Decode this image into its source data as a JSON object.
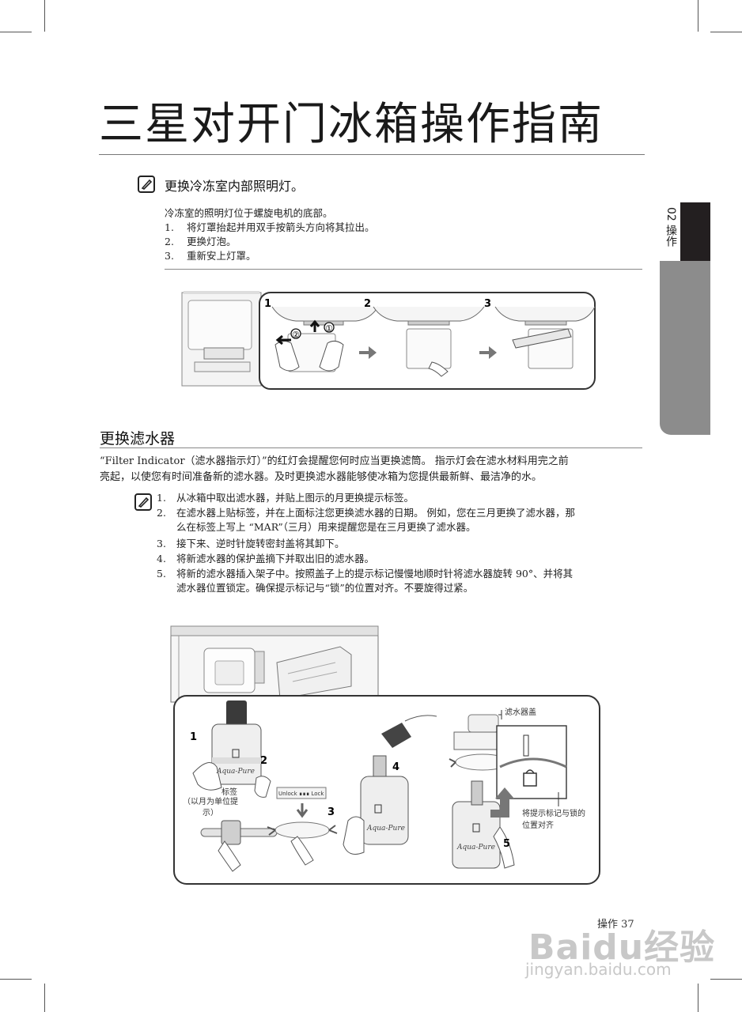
{
  "title": "三星对开门冰箱操作指南",
  "side_tab": "02 操作",
  "section1": {
    "heading": "更换冷冻室内部照明灯。",
    "intro": "冷冻室的照明灯位于螺旋电机的底部。",
    "steps": [
      {
        "num": "1.",
        "text": "将灯罩抬起并用双手按箭头方向将其拉出。"
      },
      {
        "num": "2.",
        "text": "更换灯泡。"
      },
      {
        "num": "3.",
        "text": "重新安上灯罩。"
      }
    ],
    "figure_steps": [
      "1",
      "2",
      "3"
    ],
    "figure_markers": [
      "②",
      "①"
    ]
  },
  "section2": {
    "heading": "更换滤水器",
    "para_line1": "“Filter Indicator（滤水器指示灯）”的红灯会提醒您何时应当更换滤筒。 指示灯会在滤水材料用完之前",
    "para_line2": "亮起，以使您有时间准备新的滤水器。及时更换滤水器能够使冰箱为您提供最新鲜、最洁净的水。",
    "steps": [
      {
        "num": "1.",
        "lines": [
          "从冰箱中取出滤水器，并贴上图示的月更换提示标签。"
        ]
      },
      {
        "num": "2.",
        "lines": [
          "在滤水器上贴标签，并在上面标注您更换滤水器的日期。 例如，您在三月更换了滤水器，那",
          "么在标签上写上 “MAR”（三月）用来提醒您是在三月更换了滤水器。"
        ]
      },
      {
        "num": "3.",
        "lines": [
          "接下来、逆时针旋转密封盖将其卸下。"
        ]
      },
      {
        "num": "4.",
        "lines": [
          "将新滤水器的保护盖摘下并取出旧的滤水器。"
        ]
      },
      {
        "num": "5.",
        "lines": [
          "将新的滤水器插入架子中。按照盖子上的提示标记慢慢地顺时针将滤水器旋转 90°、并将其",
          "滤水器位置锁定。确保提示标记与“锁”的位置对齐。不要旋得过紧。"
        ]
      }
    ]
  },
  "figure2": {
    "step_numbers": [
      "1",
      "2",
      "3",
      "4",
      "5"
    ],
    "label_tag": "标签",
    "label_tag_note": "（以月为单位提示）",
    "label_cap": "滤水器盖",
    "label_align_line1": "将提示标记与锁的",
    "label_align_line2": "位置对齐",
    "band_text": "Unlock  ∎∎∎  Lock",
    "brand": "Aqua-Pure"
  },
  "footer": {
    "page": "操作 37",
    "watermark_main": "Baidu经验",
    "watermark_url": "jingyan.baidu.com"
  }
}
